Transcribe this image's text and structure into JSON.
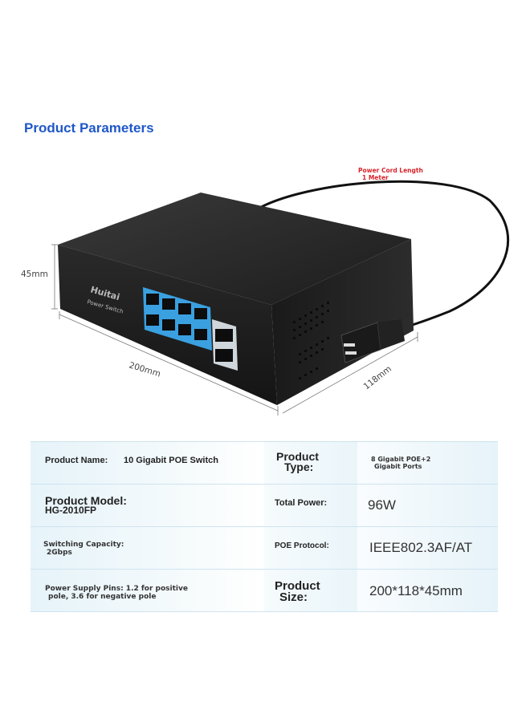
{
  "header": {
    "title": "Product Parameters"
  },
  "annotations": {
    "power_cord_line1": "Power Cord Length",
    "power_cord_line2": "1 Meter",
    "height": "45mm",
    "width": "200mm",
    "depth": "118mm"
  },
  "device": {
    "brand": "Huitai",
    "label": "Power Switch"
  },
  "specs": {
    "product_name_label": "Product Name:",
    "product_name_value": "10 Gigabit POE Switch",
    "product_type_label_1": "Product",
    "product_type_label_2": "Type:",
    "product_type_value_1": "8 Gigabit POE+2",
    "product_type_value_2": "Gigabit Ports",
    "product_model_label": "Product Model:",
    "product_model_value": "HG-2010FP",
    "total_power_label": "Total Power:",
    "total_power_value": "96W",
    "switching_capacity_label": "Switching Capacity:",
    "switching_capacity_value": "2Gbps",
    "poe_protocol_label": "POE Protocol:",
    "poe_protocol_value": "IEEE802.3AF/AT",
    "power_pins_line1": "Power Supply Pins: 1.2 for positive",
    "power_pins_line2": "pole, 3.6 for negative pole",
    "product_size_label_1": "Product",
    "product_size_label_2": "Size:",
    "product_size_value": "200*118*45mm"
  },
  "colors": {
    "title": "#1f57c8",
    "annotation": "#d8232a",
    "port_panel": "#3aa0e0"
  }
}
